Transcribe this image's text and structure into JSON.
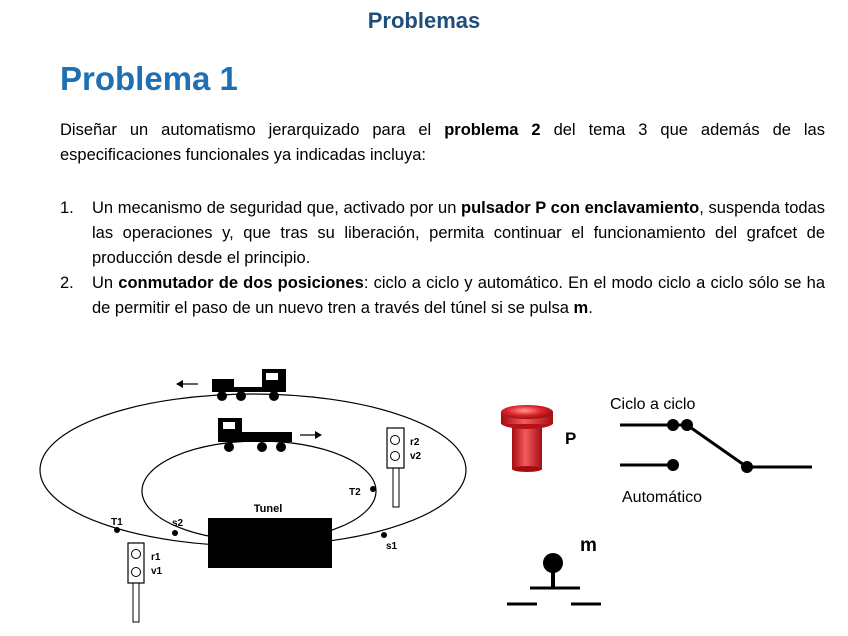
{
  "header": {
    "title": "Problemas"
  },
  "problem": {
    "title": "Problema 1",
    "intro": {
      "p1": "Diseñar un automatismo jerarquizado para el ",
      "b1": "problema 2",
      "p2": " del tema 3 que además de las especificaciones funcionales ya indicadas incluya:"
    },
    "items": [
      {
        "num": "1.",
        "p1": "Un mecanismo de seguridad que, activado por un ",
        "b1": "pulsador P con enclavamiento",
        "p2": ", suspenda todas las operaciones y, que tras su liberación, permita continuar el funcionamiento del grafcet de producción desde el principio."
      },
      {
        "num": "2.",
        "p1": "Un ",
        "b1": "conmutador de dos posiciones",
        "p2": ": ciclo a ciclo y automático. En el modo ciclo a ciclo sólo se ha de permitir el paso de un nuevo tren a través del túnel si se pulsa ",
        "b2": "m",
        "p3": "."
      }
    ]
  },
  "figure": {
    "tunnel_label": "Tunel",
    "labels": {
      "T1": "T1",
      "T2": "T2",
      "s1": "s1",
      "s2": "s2",
      "r1": "r1",
      "v1": "v1",
      "r2": "r2",
      "v2": "v2"
    },
    "pushbutton_label": "P",
    "switch": {
      "pos1": "Ciclo a ciclo",
      "pos2": "Automático"
    },
    "m_button_label": "m"
  },
  "colors": {
    "header": "#1f4e79",
    "title": "#1f6fb2",
    "button_red": "#e0262b"
  }
}
